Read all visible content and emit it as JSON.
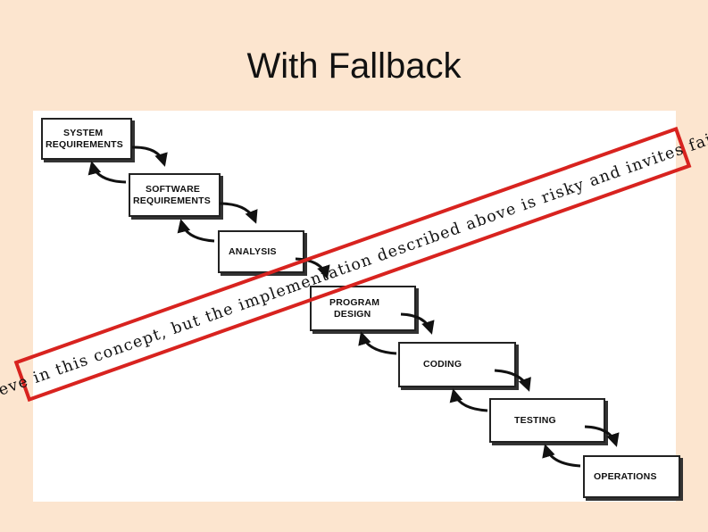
{
  "slide": {
    "title": "With Fallback"
  },
  "diagram": {
    "stages": [
      {
        "line1": "SYSTEM",
        "line2": "REQUIREMENTS"
      },
      {
        "line1": "SOFTWARE",
        "line2": "REQUIREMENTS"
      },
      {
        "line1": "ANALYSIS",
        "line2": ""
      },
      {
        "line1": "PROGRAM",
        "line2": "DESIGN"
      },
      {
        "line1": "CODING",
        "line2": ""
      },
      {
        "line1": "TESTING",
        "line2": ""
      },
      {
        "line1": "OPERATIONS",
        "line2": ""
      }
    ],
    "annotation": "I believe in this concept, but the implementation described above is risky and invites failure.",
    "annotation_color": "#d8231f"
  }
}
